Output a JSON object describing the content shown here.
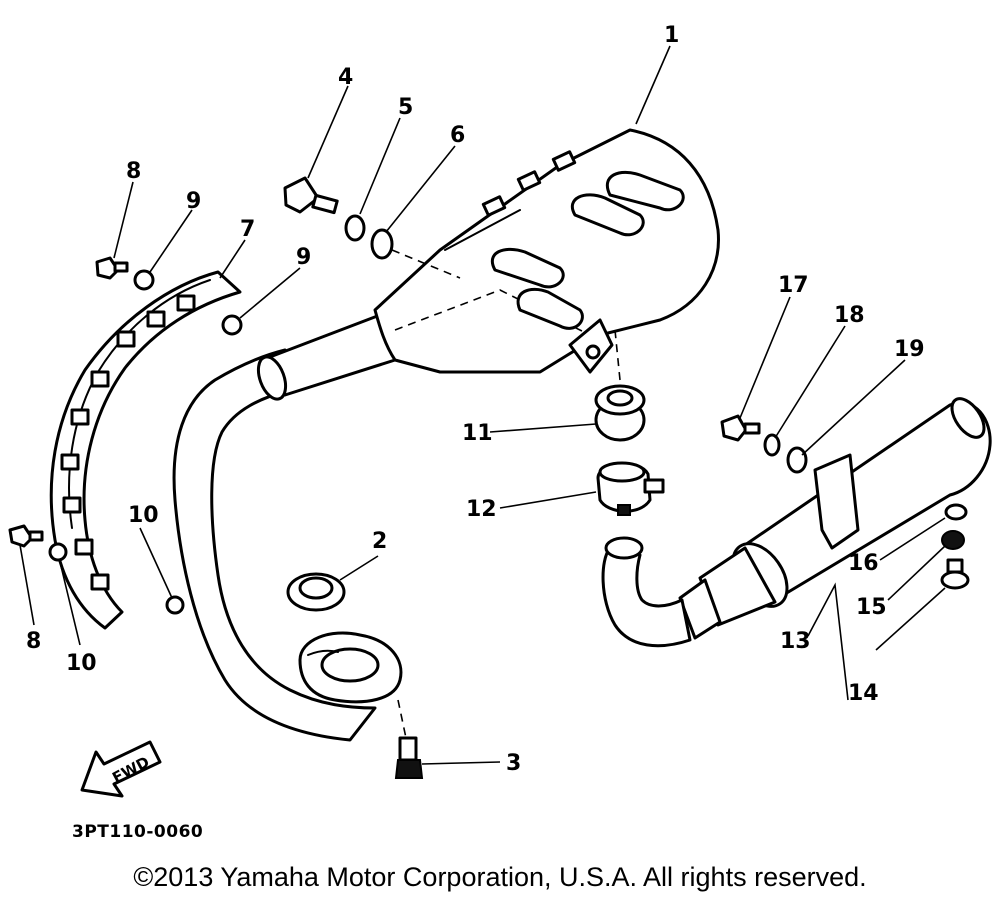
{
  "diagram": {
    "callouts": [
      "1",
      "2",
      "3",
      "4",
      "5",
      "6",
      "7",
      "8",
      "9",
      "9",
      "10",
      "11",
      "12",
      "13",
      "14",
      "15",
      "16",
      "17",
      "18",
      "19",
      "8",
      "10"
    ],
    "fwd_label": "FWD",
    "drawing_code": "3PT110-0060"
  },
  "footer": {
    "copyright": "©2013 Yamaha Motor Corporation, U.S.A. All rights reserved."
  }
}
